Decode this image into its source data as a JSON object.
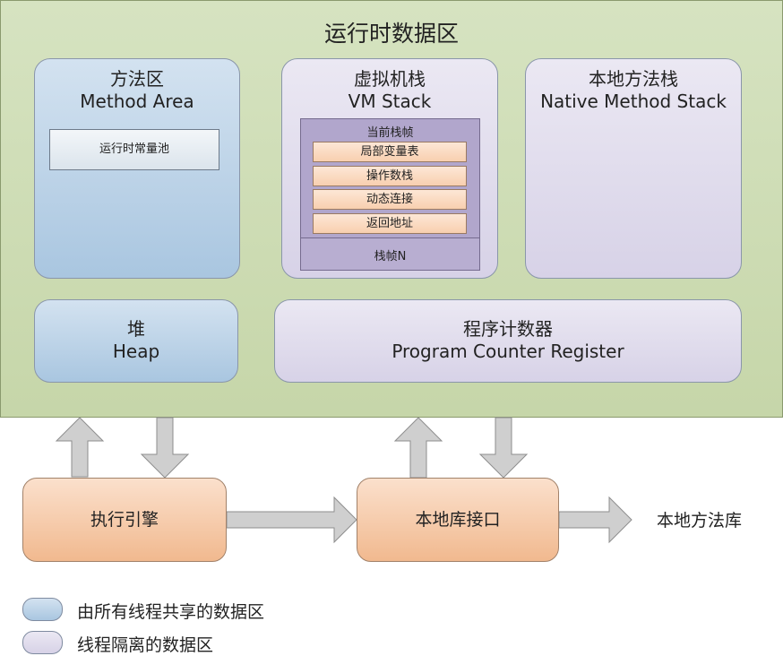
{
  "title": "运行时数据区",
  "method_area": {
    "cn": "方法区",
    "en": "Method Area",
    "pool": "运行时常量池"
  },
  "vm_stack": {
    "cn": "虚拟机栈",
    "en": "VM Stack",
    "current_frame": "当前栈帧",
    "slots": [
      "局部变量表",
      "操作数栈",
      "动态连接",
      "返回地址"
    ],
    "frame_n": "栈帧N"
  },
  "native_stack": {
    "cn": "本地方法栈",
    "en": "Native Method Stack"
  },
  "heap": {
    "cn": "堆",
    "en": "Heap"
  },
  "pc_register": {
    "cn": "程序计数器",
    "en": "Program Counter Register"
  },
  "execution_engine": "执行引擎",
  "native_interface": "本地库接口",
  "native_library": "本地方法库",
  "legend": [
    {
      "label": "由所有线程共享的数据区",
      "color": "#b9d1e8"
    },
    {
      "label": "线程隔离的数据区",
      "color": "#dfdbec"
    }
  ]
}
